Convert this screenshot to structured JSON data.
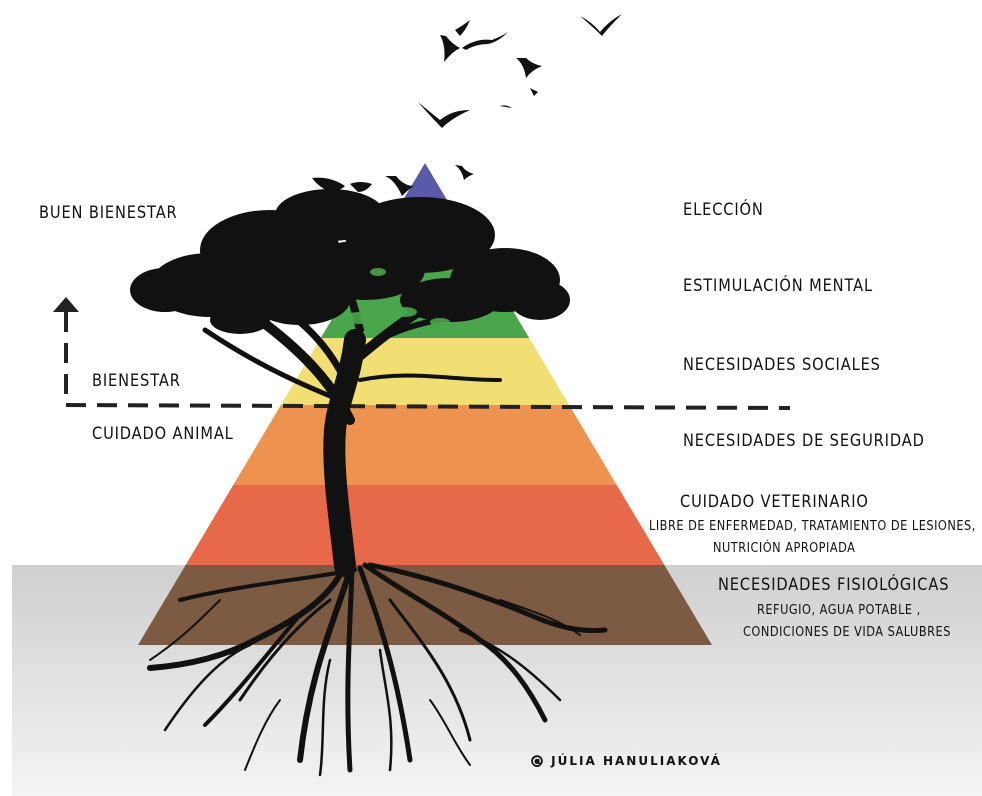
{
  "left_labels": {
    "top": "BUEN BIENESTAR",
    "middle": "BIENESTAR",
    "bottom": "CUIDADO ANIMAL"
  },
  "levels": [
    {
      "title": "ELECCIÓN",
      "color": "#5a5aaa"
    },
    {
      "title": "ESTIMULACIÓN MENTAL",
      "color": "#49a64a"
    },
    {
      "title": "NECESIDADES SOCIALES",
      "color": "#f2df74"
    },
    {
      "title": "NECESIDADES DE SEGURIDAD",
      "color": "#ee9250"
    },
    {
      "title": "CUIDADO VETERINARIO",
      "subtitle_line1": "LIBRE DE ENFERMEDAD, TRATAMIENTO DE LESIONES,",
      "subtitle_line2": "NUTRICIÓN APROPIADA",
      "color": "#e8684a"
    },
    {
      "title": "NECESIDADES FISIOLÓGICAS",
      "subtitle_line1": "REFUGIO, AGUA POTABLE ,",
      "subtitle_line2": "CONDICIONES DE VIDA SALUBRES",
      "color": "#7c5b42"
    }
  ],
  "credit": "@ JÚLIA HANULIAKOVÁ",
  "colors": {
    "ground_top": "#cfcfcf",
    "ground_bottom": "#f4f4f4",
    "ink": "#111111"
  }
}
